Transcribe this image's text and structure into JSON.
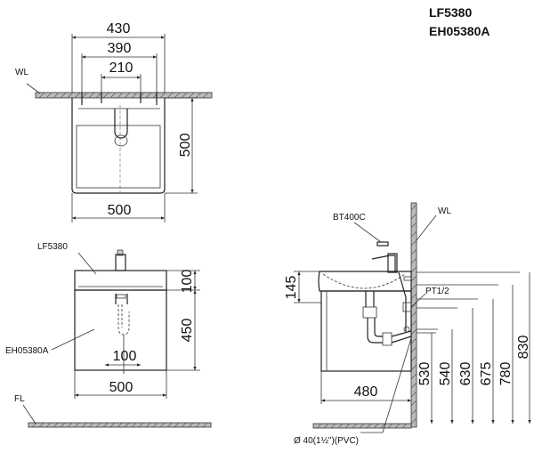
{
  "models": [
    "LF5380",
    "EH05380A"
  ],
  "plan_view": {
    "width_dims": [
      "430",
      "390",
      "210"
    ],
    "depth_dim": "500",
    "bottom_width_dim": "500",
    "wall_label": "WL"
  },
  "front_view": {
    "basin_label": "LF5380",
    "cabinet_label": "EH05380A",
    "top_height_dim": "100",
    "cabinet_height_dim": "450",
    "drain_offset_dim": "100",
    "width_dim": "500",
    "floor_label": "FL"
  },
  "side_view": {
    "faucet_label": "BT400C",
    "wall_label": "WL",
    "pipe_label": "PT1/2",
    "top_dim": "145",
    "depth_dim": "480",
    "height_dims": [
      "530",
      "540",
      "630",
      "675",
      "780",
      "830"
    ],
    "drain_label": "Ø 40(1½\")(PVC)"
  }
}
